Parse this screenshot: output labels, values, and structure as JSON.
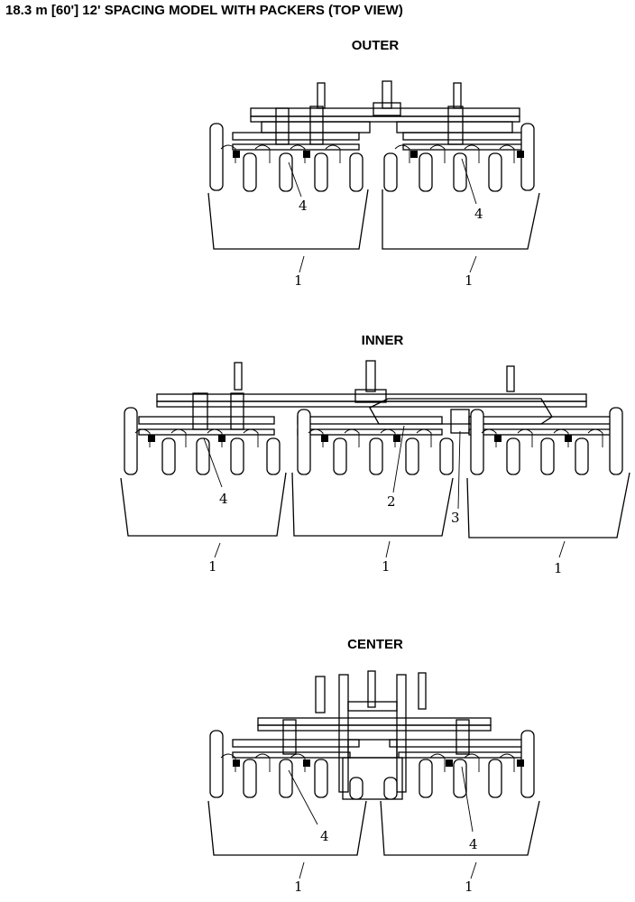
{
  "title": "18.3 m [60'] 12' SPACING MODEL WITH PACKERS (TOP VIEW)",
  "sections": {
    "outer": {
      "heading": "OUTER",
      "callouts": [
        "4",
        "4",
        "1",
        "1"
      ]
    },
    "inner": {
      "heading": "INNER",
      "callouts": [
        "4",
        "2",
        "3",
        "1",
        "1",
        "1"
      ]
    },
    "center": {
      "heading": "CENTER",
      "callouts": [
        "4",
        "4",
        "1",
        "1"
      ]
    }
  }
}
